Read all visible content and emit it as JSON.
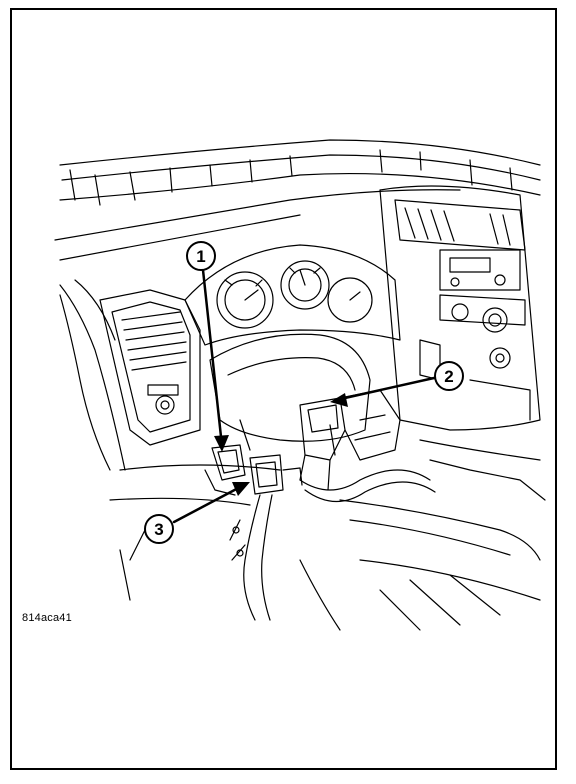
{
  "figure": {
    "figure_id": "814aca41",
    "callouts": [
      {
        "number": "1"
      },
      {
        "number": "2"
      },
      {
        "number": "3"
      }
    ]
  },
  "colors": {
    "line": "#000000",
    "background": "#ffffff"
  }
}
